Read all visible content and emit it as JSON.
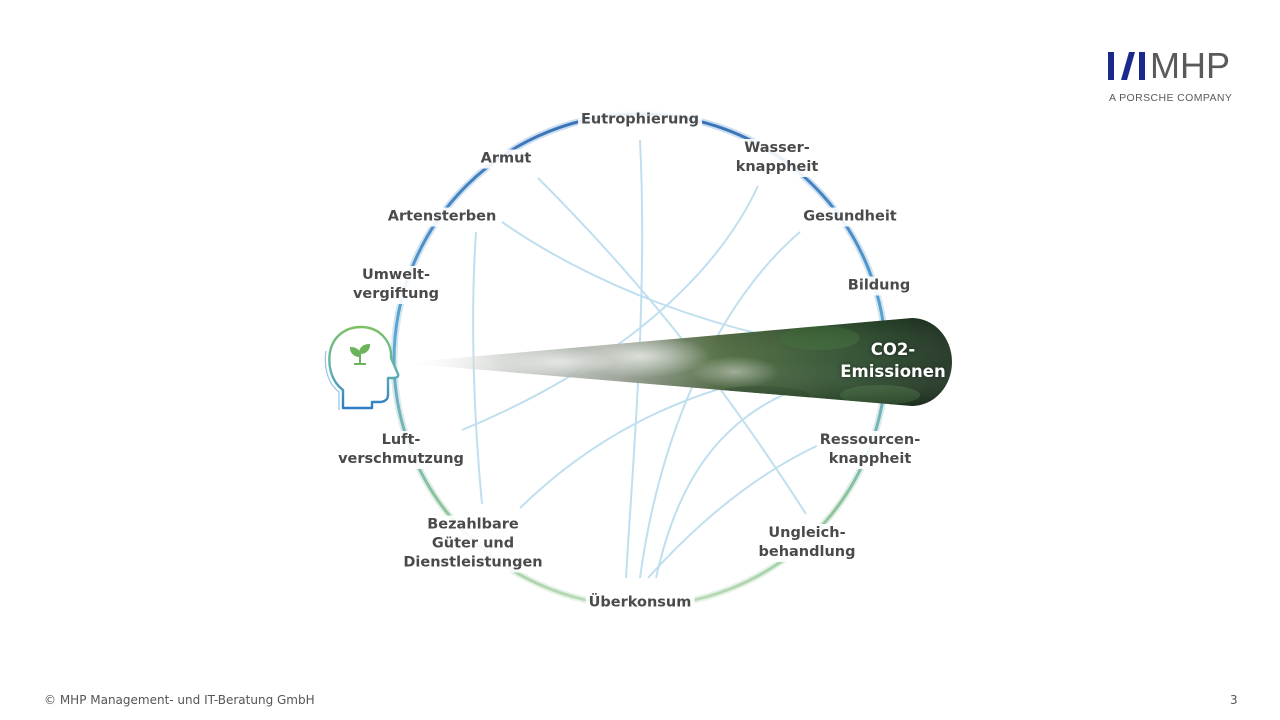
{
  "logo": {
    "brand": "MHP",
    "tagline": "A PORSCHE COMPANY"
  },
  "diagram": {
    "highlight": {
      "line1": "CO2-",
      "line2": "Emissionen"
    },
    "nodes": [
      {
        "id": "eutrophierung",
        "lines": [
          "Eutrophierung"
        ]
      },
      {
        "id": "wasserknappheit",
        "lines": [
          "Wasser-",
          "knappheit"
        ]
      },
      {
        "id": "gesundheit",
        "lines": [
          "Gesundheit"
        ]
      },
      {
        "id": "bildung",
        "lines": [
          "Bildung"
        ]
      },
      {
        "id": "ressourcenknappheit",
        "lines": [
          "Ressourcen-",
          "knappheit"
        ]
      },
      {
        "id": "ungleichbehandlung",
        "lines": [
          "Ungleich-",
          "behandlung"
        ]
      },
      {
        "id": "ueberkonsum",
        "lines": [
          "Überkonsum"
        ]
      },
      {
        "id": "bezahlbare-gueter",
        "lines": [
          "Bezahlbare",
          "Güter und",
          "Dienstleistungen"
        ]
      },
      {
        "id": "luftverschmutzung",
        "lines": [
          "Luft-",
          "verschmutzung"
        ]
      },
      {
        "id": "umweltvergiftung",
        "lines": [
          "Umwelt-",
          "vergiftung"
        ]
      },
      {
        "id": "artensterben",
        "lines": [
          "Artensterben"
        ]
      },
      {
        "id": "armut",
        "lines": [
          "Armut"
        ]
      }
    ],
    "colors": {
      "ring_blue": "#3a6fb5",
      "ring_green": "#8dc49a",
      "link": "#b9dcee",
      "head_green": "#6bb45c",
      "head_blue": "#2f86c4",
      "text": "#4a4a4a"
    }
  },
  "footer": {
    "copyright": "© MHP Management- und IT-Beratung GmbH",
    "page": "3"
  }
}
